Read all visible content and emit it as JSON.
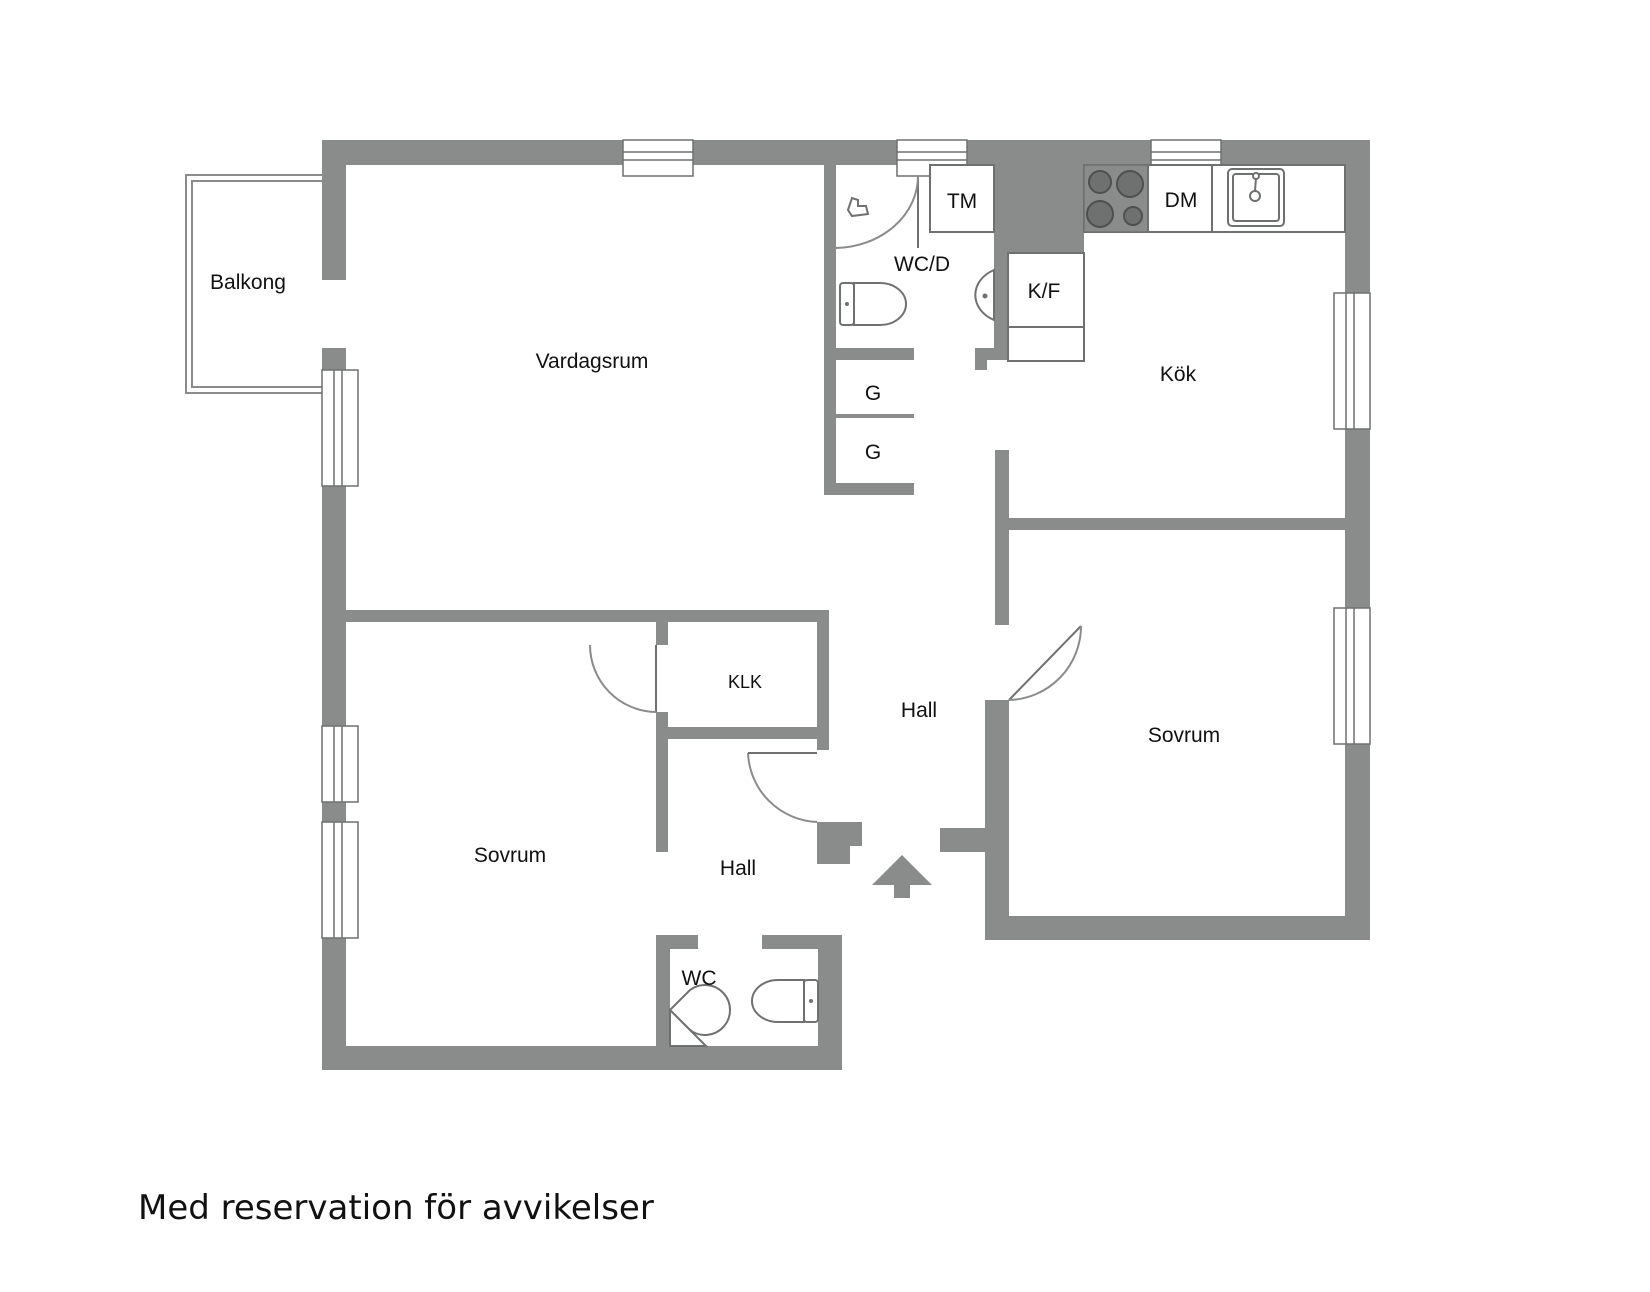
{
  "colors": {
    "wall": "#8a8c8c",
    "background": "#ffffff",
    "text": "#111111"
  },
  "rooms": {
    "balkong": "Balkong",
    "vardagsrum": "Vardagsrum",
    "wcd": "WC/D",
    "tm": "TM",
    "dm": "DM",
    "kf": "K/F",
    "kok": "Kök",
    "g1": "G",
    "g2": "G",
    "klk": "KLK",
    "hall_upper": "Hall",
    "hall_lower": "Hall",
    "sovrum_right": "Sovrum",
    "sovrum_left": "Sovrum",
    "wc": "WC"
  },
  "footer": {
    "note": "Med reservation för avvikelser"
  }
}
